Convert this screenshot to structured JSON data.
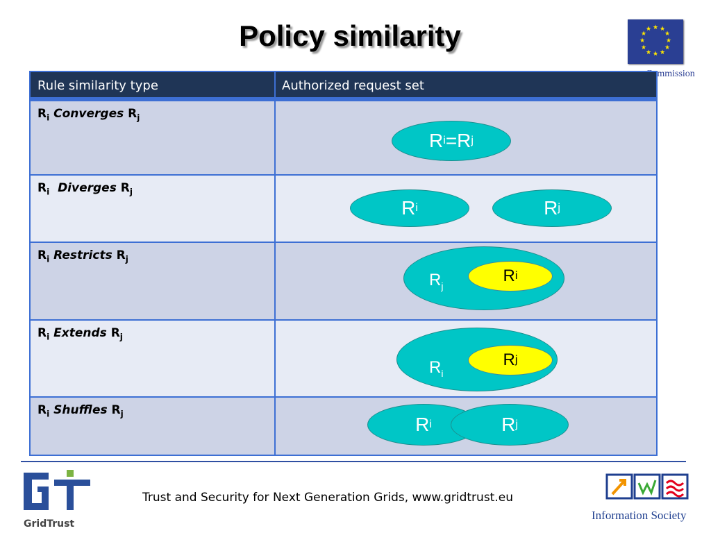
{
  "slide": {
    "title": "Policy similarity",
    "eu_text": "Commission",
    "footer": "Trust and Security for Next Generation Grids, www.gridtrust.eu",
    "gridtrust_logo": "GridTrust",
    "infosoc_text": "Information Society"
  },
  "table": {
    "headers": [
      "Rule similarity type",
      "Authorized request set"
    ],
    "rows": [
      {
        "ri": "R",
        "ri_sub": "i",
        "verb": "Converges",
        "rj": "R",
        "rj_sub": "j"
      },
      {
        "ri": "R",
        "ri_sub": "i",
        "verb": "Diverges",
        "rj": "R",
        "rj_sub": "j"
      },
      {
        "ri": "R",
        "ri_sub": "i",
        "verb": "Restricts",
        "rj": "R",
        "rj_sub": "j"
      },
      {
        "ri": "R",
        "ri_sub": "i",
        "verb": "Extends",
        "rj": "R",
        "rj_sub": "j"
      },
      {
        "ri": "R",
        "ri_sub": "i",
        "verb": "Shuffles",
        "rj": "R",
        "rj_sub": "j"
      }
    ]
  },
  "diagrams": {
    "converges": {
      "a": "R",
      "a_sub": "i",
      "eq": " =R",
      "b_sub": "j"
    },
    "diverges": {
      "left": "R",
      "left_sub": "i",
      "right": "R",
      "right_sub": "j"
    },
    "restricts": {
      "outer": "R",
      "outer_sub": "j",
      "inner": "R",
      "inner_sub": "i"
    },
    "extends": {
      "outer": "R",
      "outer_sub": "i",
      "inner": "R",
      "inner_sub": "j"
    },
    "shuffles": {
      "left": "R",
      "left_sub": "i",
      "right": "R",
      "right_sub": "j"
    }
  },
  "colors": {
    "header_bg": "#1f3556",
    "border": "#3d6fd4",
    "row_dark": "#cdd3e6",
    "row_light": "#e7ebf5",
    "teal": "#00c6c6",
    "yellow": "#ffff00"
  }
}
